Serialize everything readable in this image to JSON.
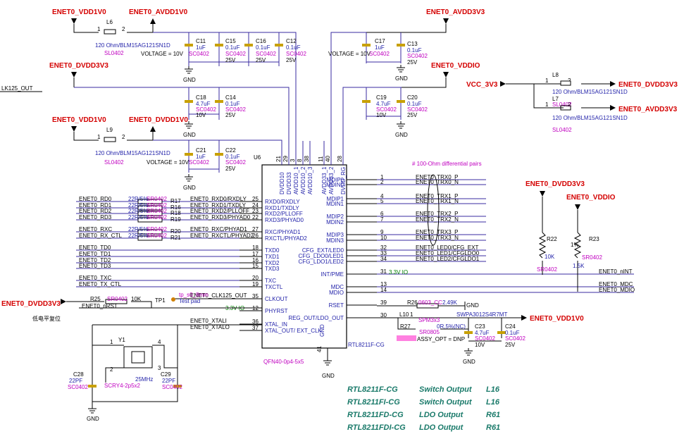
{
  "power": {
    "enet0_vdd1v0_a": "ENET0_VDD1V0",
    "enet0_avdd1v0": "ENET0_AVDD1V0",
    "enet0_avdd3v3_top": "ENET0_AVDD3V3",
    "enet0_dvdd3v3_a": "ENET0_DVDD3V3",
    "enet0_vddio_top": "ENET0_VDDIO",
    "vcc_3v3": "VCC_3V3",
    "enet0_dvdd3v3_right": "ENET0_DVDD3V3",
    "enet0_avdd3v3_right": "ENET0_AVDD3V3",
    "enet0_vdd1v0_b": "ENET0_VDD1V0",
    "enet0_dvdd1v0": "ENET0_DVDD1V0",
    "enet0_dvdd3v3_mid": "ENET0_DVDD3V3",
    "enet0_vddio_mid": "ENET0_VDDIO",
    "enet0_dvdd3v3_left": "ENET0_DVDD3V3",
    "enet0_vdd1v0_out": "ENET0_VDD1V0"
  },
  "misc": {
    "clk125_out": "LK125_OUT",
    "diff_pairs": "# 100-Ohm differential pairs",
    "low_reset": "低电平复位",
    "assy_opt": "ASSY_OPT = DNP",
    "voltage_10v_a": "VOLTAGE = 10V",
    "voltage_10v_b": "VOLTAGE = 10V",
    "voltage_10v_c": "VOLTAGE = 10V",
    "io_3v3_a": "3.3V IO",
    "io_3v3_b": "3.3V IO",
    "tp1": "TP1",
    "tp_size": "tp_s0_8mm",
    "test_pad": "Test pad",
    "gnd_label": "GND",
    "pgnd": "GND"
  },
  "ferrites": {
    "l6": {
      "ref": "L6",
      "desc": "120 Ohm/BLM15AG121SN1D",
      "pkg": "SL0402",
      "p1": "1",
      "p2": "2"
    },
    "l9": {
      "ref": "L9",
      "desc": "120 Ohm/BLM15AG121SN1D",
      "pkg": "SL0402",
      "p1": "1",
      "p2": "2"
    },
    "l8": {
      "ref": "L8",
      "desc": "120 Ohm/BLM15AG121SN1D",
      "pkg": "",
      "p1": "1",
      "p2": "2"
    },
    "l7": {
      "ref": "L7",
      "desc": "120 Ohm/BLM15AG121SN1D",
      "pkg": "SL0402",
      "pkg2": "SL0402",
      "p1": "1",
      "p2": "2"
    }
  },
  "caps": [
    {
      "ref": "C11",
      "val": "1uF",
      "pkg": "SC0402",
      "v": ""
    },
    {
      "ref": "C15",
      "val": "0.1uF",
      "pkg": "SC0402",
      "v": "25V"
    },
    {
      "ref": "C16",
      "val": "0.1uF",
      "pkg": "SC0402",
      "v": "25V"
    },
    {
      "ref": "C12",
      "val": "0.1uF",
      "pkg": "SC0402",
      "v": "25V"
    },
    {
      "ref": "C17",
      "val": "1uF",
      "pkg": "SC0402",
      "v": ""
    },
    {
      "ref": "C13",
      "val": "0.1uF",
      "pkg": "SC0402",
      "v": "25V"
    },
    {
      "ref": "C18",
      "val": "4.7uF",
      "pkg": "SC0402",
      "v": "10V"
    },
    {
      "ref": "C14",
      "val": "0.1uF",
      "pkg": "SC0402",
      "v": "25V"
    },
    {
      "ref": "C19",
      "val": "4.7uF",
      "pkg": "SC0402",
      "v": "10V"
    },
    {
      "ref": "C20",
      "val": "0.1uF",
      "pkg": "SC0402",
      "v": "25V"
    },
    {
      "ref": "C21",
      "val": "1uF",
      "pkg": "SC0402",
      "v": ""
    },
    {
      "ref": "C22",
      "val": "0.1uF",
      "pkg": "SC0402",
      "v": "25V"
    },
    {
      "ref": "C23",
      "val": "4.7uF",
      "pkg": "SC0402",
      "v": "10V"
    },
    {
      "ref": "C24",
      "val": "0.1uF",
      "pkg": "SC0402",
      "v": "25V"
    },
    {
      "ref": "C28",
      "val": "22PF",
      "pkg": "SC0402",
      "v": ""
    },
    {
      "ref": "C29",
      "val": "22PF",
      "pkg": "SC0402",
      "v": ""
    }
  ],
  "chip": {
    "ref": "U6",
    "name": "RTL8211F-CG",
    "package": "QFN40-0p4-5x5",
    "top_pins": [
      {
        "num": "21",
        "name": "DVDD10"
      },
      {
        "num": "29",
        "name": "DVDD33"
      },
      {
        "num": "3",
        "name": "AVDD10_1"
      },
      {
        "num": "8",
        "name": "AVDD10_2"
      },
      {
        "num": "38",
        "name": "AVDD10_3"
      },
      {
        "num": "11",
        "name": "AVDD33_1"
      },
      {
        "num": "40",
        "name": "AVDD33_2"
      },
      {
        "num": "28",
        "name": "DVDD_RG"
      }
    ],
    "left_pins": [
      {
        "num": "25",
        "name": "RXD0/RXDLY"
      },
      {
        "num": "24",
        "name": "RXD1/TXDLY"
      },
      {
        "num": "23",
        "name": "RXD2/PLLOFF"
      },
      {
        "num": "22",
        "name": "RXD3/PHYAD0"
      },
      {
        "num": "27",
        "name": "RXC/PHYAD1"
      },
      {
        "num": "26",
        "name": "RXCTL/PHYAD2"
      },
      {
        "num": "18",
        "name": "TXD0"
      },
      {
        "num": "17",
        "name": "TXD1"
      },
      {
        "num": "16",
        "name": "TXD2"
      },
      {
        "num": "15",
        "name": "TXD3"
      },
      {
        "num": "20",
        "name": "TXC"
      },
      {
        "num": "19",
        "name": "TXCTL"
      },
      {
        "num": "35",
        "name": "CLKOUT"
      },
      {
        "num": "12",
        "name": "PHYRST"
      },
      {
        "num": "36",
        "name": "XTAL_IN"
      },
      {
        "num": "37",
        "name": "XTAL_OUT/ EXT_CLK"
      }
    ],
    "right_pins": [
      {
        "num": "1",
        "name": "MDIP0"
      },
      {
        "num": "2",
        "name": "MDIN0"
      },
      {
        "num": "4",
        "name": "MDIP1"
      },
      {
        "num": "5",
        "name": "MDIN1"
      },
      {
        "num": "6",
        "name": "MDIP2"
      },
      {
        "num": "7",
        "name": "MDIN2"
      },
      {
        "num": "9",
        "name": "MDIP3"
      },
      {
        "num": "10",
        "name": "MDIN3"
      },
      {
        "num": "32",
        "name": "CFG_EXT/LED0"
      },
      {
        "num": "33",
        "name": "CFG_LDO0/LED1"
      },
      {
        "num": "34",
        "name": "CFG_LDO1/LED2"
      },
      {
        "num": "31",
        "name": "INT/PME"
      },
      {
        "num": "13",
        "name": "MDC"
      },
      {
        "num": "14",
        "name": "MDIO"
      },
      {
        "num": "39",
        "name": "RSET"
      },
      {
        "num": "30",
        "name": "REG_OUT/LDO_OUT"
      }
    ],
    "gnd_pin": {
      "num": "41",
      "name": "GND"
    }
  },
  "left_nets": [
    {
      "net": "ENET0_RD0",
      "res": "22R/5%",
      "pkg": "SR0402",
      "ref": "R17",
      "pin": "ENET0_RXD0/RXDLY"
    },
    {
      "net": "ENET0_RD1",
      "res": "22R/5%",
      "pkg": "SR0402",
      "ref": "R16",
      "pin": "ENET0_RXD1/TXDLY"
    },
    {
      "net": "ENET0_RD2",
      "res": "22R/5%",
      "pkg": "SR0402",
      "ref": "R18",
      "pin": "ENET0_RXD2/PLLOFF"
    },
    {
      "net": "ENET0_RD3",
      "res": "22R/5%",
      "pkg": "SR0402",
      "ref": "R19",
      "pin": "ENET0_RXD3/PHYAD0"
    },
    {
      "net": "ENET0_RXC",
      "res": "22R/5%",
      "pkg": "SR0402",
      "ref": "R20",
      "pin": "ENET0_RXC/PHYAD1"
    },
    {
      "net": "ENET0_RX_CTL",
      "res": "22R/5%",
      "pkg": "SR0402",
      "ref": "R21",
      "pin": "ENET0_RXCTL/PHYAD2"
    },
    {
      "net": "ENET0_TD0"
    },
    {
      "net": "ENET0_TD1"
    },
    {
      "net": "ENET0_TD2"
    },
    {
      "net": "ENET0_TD3"
    },
    {
      "net": "ENET0_TXC"
    },
    {
      "net": "ENET0_TX_CTL"
    },
    {
      "net": "ENET0_CLK125_OUT"
    },
    {
      "net": "ENET0_nRST"
    },
    {
      "net": "ENET0_XTALI"
    },
    {
      "net": "ENET0_XTALO"
    }
  ],
  "right_nets": [
    "ENET0_TRX0_P",
    "ENET0_TRX0_N",
    "ENET0_TRX1_P",
    "ENET0_TRX1_N",
    "ENET0_TRX2_P",
    "ENET0_TRX2_N",
    "ENET0_TRX3_P",
    "ENET0_TRX3_N",
    "ENET0_LED0/CFG_EXT",
    "ENET0_LED1/CFGLDO0",
    "ENET0_LED2/CFGLDO1",
    "ENET0_nINT",
    "ENET0_MDC",
    "ENET0_MDIO"
  ],
  "resistors": {
    "r25": {
      "ref": "R25",
      "pkg": "SR0402",
      "val": "10K"
    },
    "r22": {
      "ref": "R22",
      "val": "10K",
      "pkg": "SR0402"
    },
    "r23": {
      "ref": "R23",
      "tol": "1%",
      "pkg": "SR0402",
      "val": "1.5K"
    },
    "r26": {
      "ref": "R26",
      "pkg": "0603_CC",
      "val": "2.49K"
    },
    "r27": {
      "ref": "R27",
      "pkg": "SR0805",
      "val": "0R,5%(NC)"
    },
    "l10": {
      "ref": "L10",
      "p1": "1",
      "pkg": "SPM3x3",
      "part": "SWPA3012S4R7MT"
    }
  },
  "crystal": {
    "ref": "Y1",
    "freq": "25MHz",
    "pkg": "SCRY4-2p5x2",
    "p1": "1",
    "p2": "2",
    "p3": "3",
    "p4": "4"
  },
  "table": [
    {
      "part": "RTL8211F-CG",
      "mode": "Switch Output",
      "ref": "L16"
    },
    {
      "part": "RTL8211FI-CG",
      "mode": "Switch Output",
      "ref": "L16"
    },
    {
      "part": "RTL8211FD-CG",
      "mode": "LDO Output",
      "ref": "R61"
    },
    {
      "part": "RTL8211FDI-CG",
      "mode": "LDO Output",
      "ref": "R61"
    }
  ]
}
